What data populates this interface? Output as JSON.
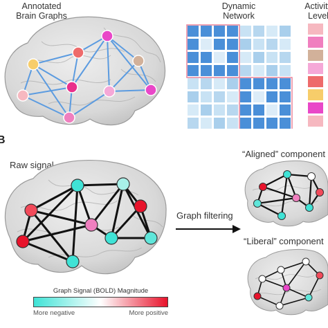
{
  "panel_a": {
    "brain_title": "Annotated\nBrain Graphs",
    "network_title": "Dynamic\nNetwork",
    "activity_title": "Activity\nLevel",
    "activity_colors": [
      "#f6b8c0",
      "#f07fbf",
      "#d2b19a",
      "#f5a8d7",
      "#ee6b6b",
      "#f7cd6a",
      "#e947c8",
      "#f6b8c0"
    ]
  },
  "panel_b": {
    "panel_letter": "B",
    "raw_signal_label": "Raw signal",
    "filter_label": "Graph filtering",
    "aligned_label": "“Aligned” component",
    "liberal_label": "“Liberal” component",
    "scale_title": "Graph Signal (BOLD) Magnitude",
    "scale_neg": "More negative",
    "scale_pos": "More positive",
    "scale_colors": [
      "#3fe3d6",
      "#ffffff",
      "#e8132b"
    ]
  }
}
